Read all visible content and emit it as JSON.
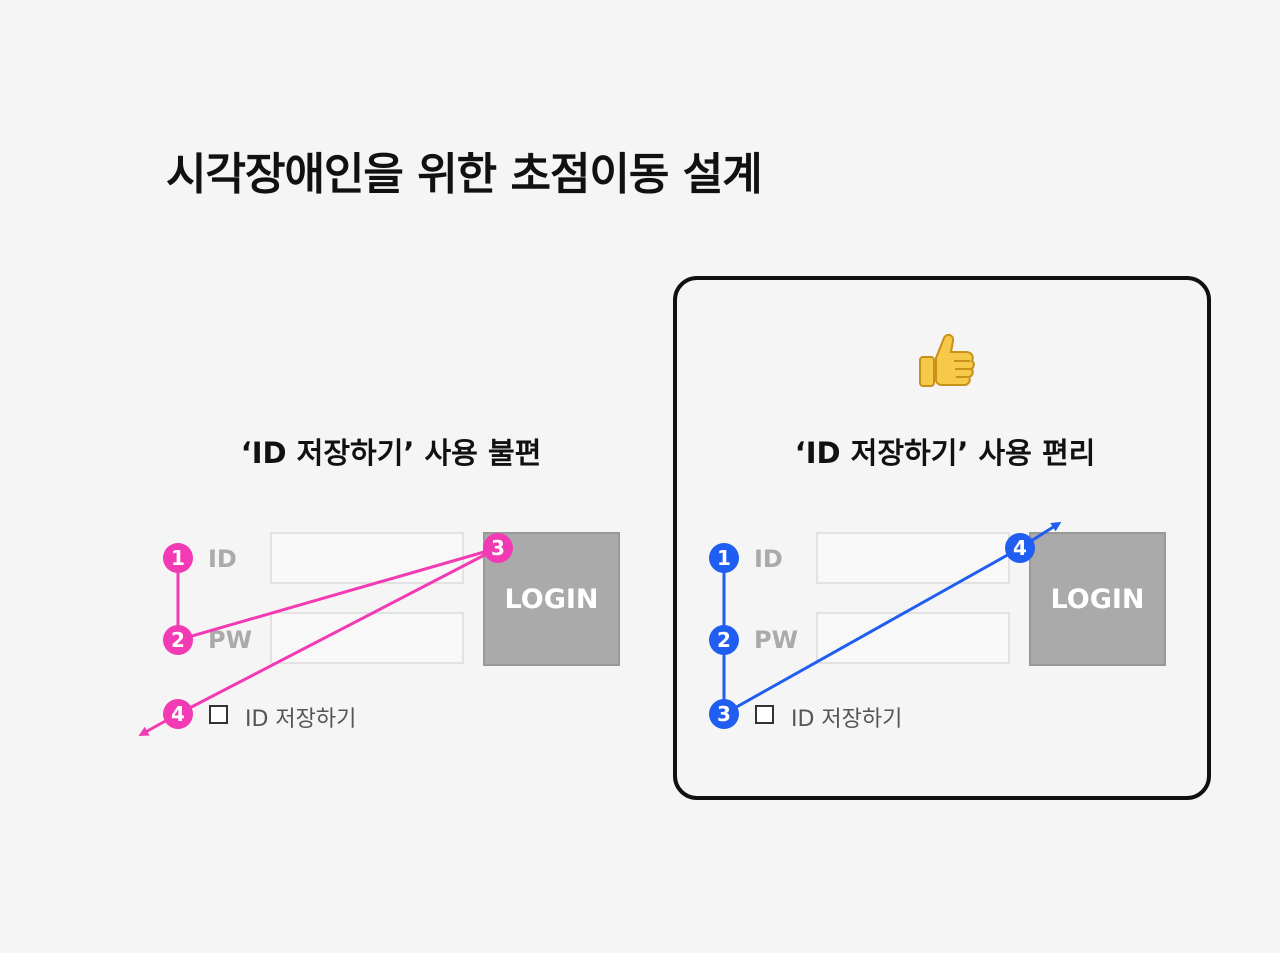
{
  "title": "시각장애인을 위한 초점이동 설계",
  "bad_panel": {
    "caption": "‘ID 저장하기’ 사용 불편",
    "id_label": "ID",
    "pw_label": "PW",
    "login_label": "LOGIN",
    "save_id_label": "ID 저장하기",
    "accent_color": "#f23ab4",
    "steps": [
      "1",
      "2",
      "3",
      "4"
    ]
  },
  "good_panel": {
    "caption": "‘ID 저장하기’ 사용 편리",
    "id_label": "ID",
    "pw_label": "PW",
    "login_label": "LOGIN",
    "save_id_label": "ID 저장하기",
    "accent_color": "#1f5ef0",
    "icon": "thumbs-up-icon",
    "steps": [
      "1",
      "2",
      "3",
      "4"
    ]
  }
}
